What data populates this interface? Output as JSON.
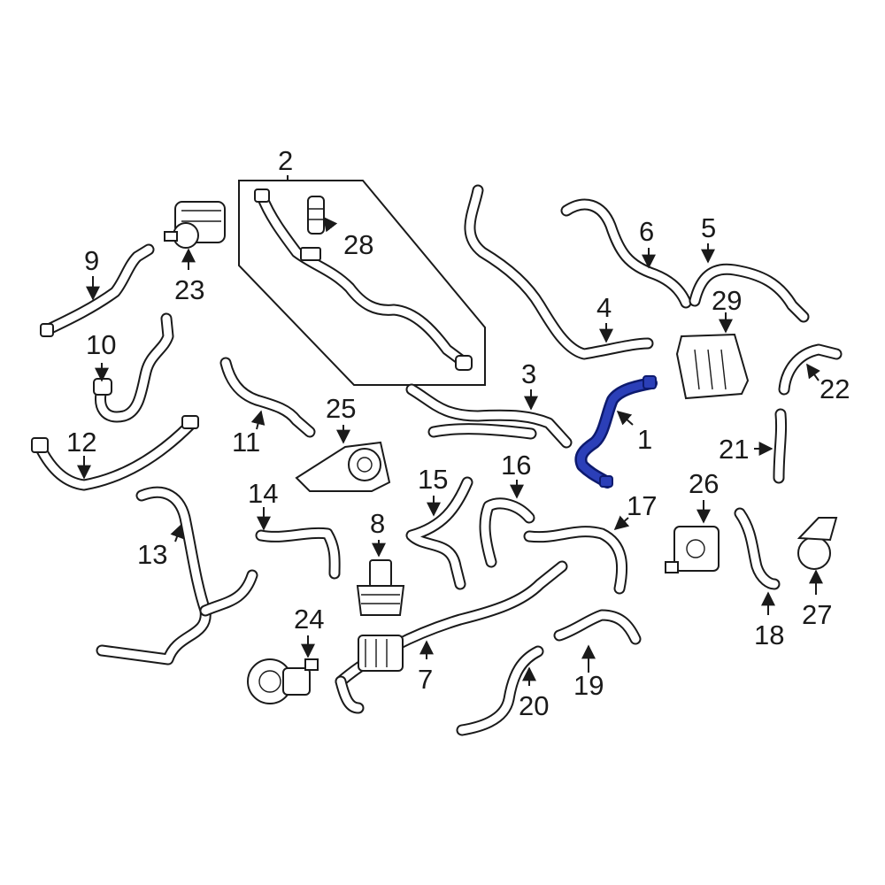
{
  "callouts": {
    "c1": "1",
    "c2": "2",
    "c3": "3",
    "c4": "4",
    "c5": "5",
    "c6": "6",
    "c7": "7",
    "c8": "8",
    "c9": "9",
    "c10": "10",
    "c11": "11",
    "c12": "12",
    "c13": "13",
    "c14": "14",
    "c15": "15",
    "c16": "16",
    "c17": "17",
    "c18": "18",
    "c19": "19",
    "c20": "20",
    "c21": "21",
    "c22": "22",
    "c23": "23",
    "c24": "24",
    "c25": "25",
    "c26": "26",
    "c27": "27",
    "c28": "28",
    "c29": "29"
  },
  "colors": {
    "line": "#1a1a1a",
    "highlight": "#2b3fb8",
    "highlight_outline": "#0d1a6e",
    "background": "#ffffff"
  }
}
